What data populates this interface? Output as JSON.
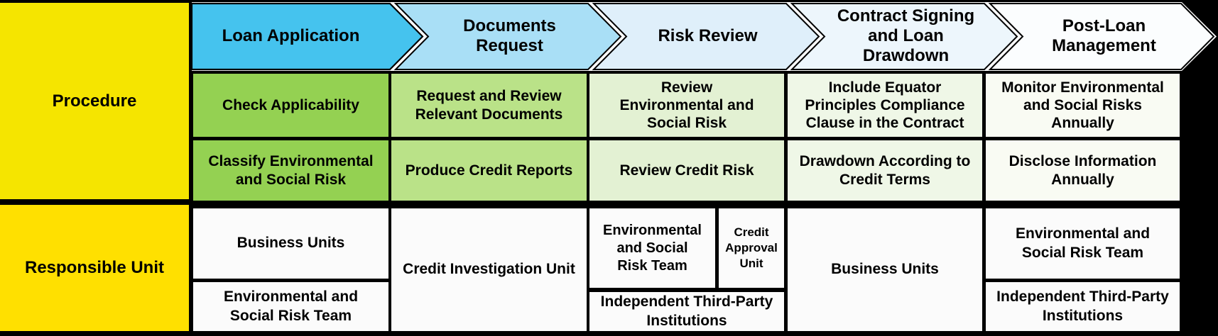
{
  "left_header": {
    "procedure_label": "Procedure",
    "responsible_label": "Responsible Unit"
  },
  "phases": [
    {
      "label": "Loan Application",
      "arrow_color": "#45C3EE",
      "procedure_color": "#94D152",
      "procedure": [
        "Check Applicability",
        "Classify Environmental\nand Social Risk"
      ],
      "responsible": [
        "Business Units",
        "Environmental and\nSocial Risk Team"
      ]
    },
    {
      "label": "Documents\nRequest",
      "arrow_color": "#A9DFF6",
      "procedure_color": "#BAE288",
      "procedure": [
        "Request and Review\nRelevant Documents",
        "Produce Credit Reports"
      ],
      "responsible": [
        "Credit Investigation Unit"
      ]
    },
    {
      "label": "Risk Review",
      "arrow_color": "#DFEFFA",
      "procedure_color": "#E3F1D3",
      "procedure": [
        "Review\nEnvironmental and\nSocial Risk",
        "Review Credit Risk"
      ],
      "responsible": [
        "Environmental\nand Social\nRisk Team",
        "Credit\nApproval\nUnit",
        "Independent Third-Party\nInstitutions"
      ]
    },
    {
      "label": "Contract Signing\nand Loan\nDrawdown",
      "arrow_color": "#EDF6FC",
      "procedure_color": "#EFF7E7",
      "procedure": [
        "Include Equator\nPrinciples Compliance\nClause in the Contract",
        "Drawdown According to\nCredit Terms"
      ],
      "responsible": [
        "Business Units"
      ]
    },
    {
      "label": "Post-Loan\nManagement",
      "arrow_color": "#FBFDFE",
      "procedure_color": "#F9FBF3",
      "procedure": [
        "Monitor Environmental\nand Social Risks\nAnnually",
        "Disclose Information\nAnnually"
      ],
      "responsible": [
        "Environmental and\nSocial Risk Team",
        "Independent Third-Party\nInstitutions"
      ]
    }
  ],
  "colors": {
    "background": "#000000",
    "header_yellow_top": "#F5E500",
    "header_yellow_bottom": "#FFE000",
    "arrow_blue_1": "#45C3EE",
    "arrow_blue_2": "#A9DFF6",
    "arrow_blue_3": "#DFEFFA",
    "arrow_blue_4": "#EDF6FC",
    "arrow_blue_5": "#FBFDFE",
    "green_1": "#94D152",
    "green_2": "#BAE288",
    "green_3": "#E3F1D3",
    "green_4": "#EFF7E7",
    "green_5": "#F9FBF3",
    "cell_white": "#FBFBFB",
    "text": "#000000"
  }
}
